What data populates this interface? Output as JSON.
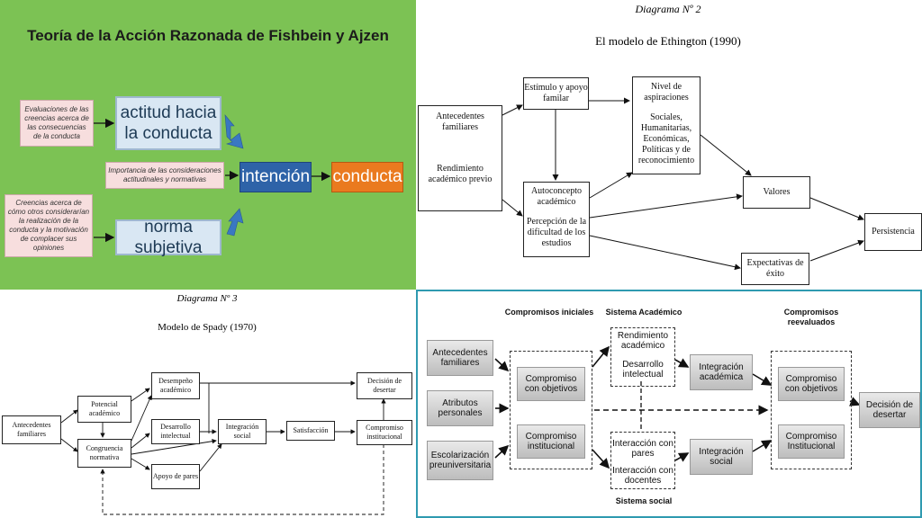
{
  "fishbein": {
    "title": "Teoría de la Acción Razonada de Fishbein y Ajzen",
    "evaluaciones": "Evaluaciones de las creencias acerca de las consecuencias de la conducta",
    "actitud": "actitud hacia la conducta",
    "importancia": "Importancia de las consideraciones actitudinales y normativas",
    "intencion": "intención",
    "conducta": "conducta",
    "creencias": "Creencias acerca de cómo otros considerarían la realización de la conducta y la motivación de complacer sus opiniones",
    "norma": "norma subjetiva",
    "colors": {
      "background": "#7cc254",
      "intencion": "#2e63a8",
      "conducta": "#ea7a1f",
      "arrow": "#3a78c2"
    }
  },
  "ethington": {
    "diagram_label": "Diagrama Nº 2",
    "title": "El modelo de Ethington (1990)",
    "antecedentes": "Antecedentes familiares",
    "rendimiento": "Rendimiento académico previo",
    "estimulo": "Estímulo y apoyo familar",
    "autoconcepto": "Autoconcepto académico",
    "percepcion": "Percepción de la dificultad de los estudios",
    "nivel_title": "Nivel de aspiraciones",
    "nivel_items": "Sociales, Humanitarias, Económicas, Políticas y de reconocimiento",
    "valores": "Valores",
    "expectativas": "Expectativas de éxito",
    "persistencia": "Persistencia"
  },
  "spady": {
    "diagram_label": "Diagrama Nº 3",
    "title": "Modelo de Spady (1970)",
    "antecedentes": "Antecedentes familiares",
    "potencial": "Potencial académico",
    "congruencia": "Congruencia normativa",
    "desempeno": "Desempeño académico",
    "desarrollo": "Desarrollo intelectual",
    "apoyo": "Apoyo de pares",
    "integracion": "Integración social",
    "satisfaccion": "Satisfacción",
    "decision": "Decisión de desertar",
    "compromiso": "Compromiso institucional"
  },
  "tinto": {
    "compromisos_iniciales": "Compromisos iniciales",
    "sistema_academico": "Sistema Académico",
    "compromisos_reevaluados": "Compromisos reevaluados",
    "antecedentes": "Antecedentes familiares",
    "atributos": "Atributos personales",
    "escolarizacion": "Escolarización preuniversitaria",
    "compromiso_objetivos": "Compromiso con objetivos",
    "compromiso_institucional": "Compromiso institucional",
    "rendimiento": "Rendimiento académico",
    "desarrollo": "Desarrollo intelectual",
    "integracion_academica": "Integración académica",
    "interaccion_pares": "Interacción con pares",
    "interaccion_docentes": "Interacción con docentes",
    "integracion_social": "Integración social",
    "compromiso_objetivos_2": "Compromiso con objetivos",
    "compromiso_institucional_2": "Compromiso Institucional",
    "decision": "Decisión de desertar",
    "sistema_social": "Sistema social"
  }
}
